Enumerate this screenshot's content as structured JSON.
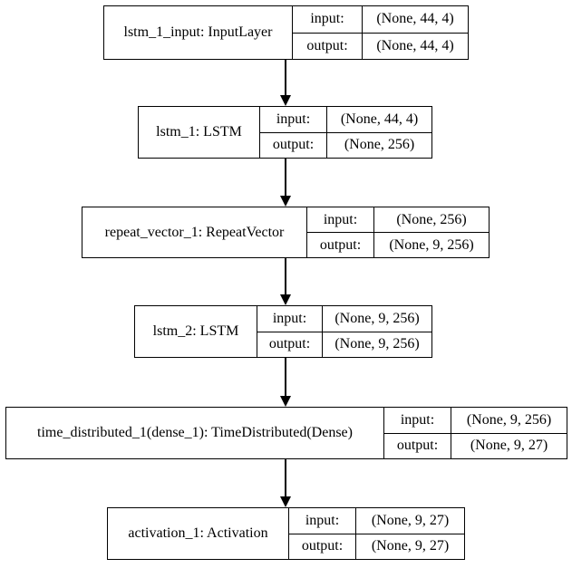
{
  "colors": {
    "border": "#000000",
    "background": "#ffffff",
    "text": "#000000"
  },
  "nodes": [
    {
      "label": "lstm_1_input: InputLayer",
      "input_label": "input:",
      "input_shape": "(None, 44, 4)",
      "output_label": "output:",
      "output_shape": "(None, 44, 4)"
    },
    {
      "label": "lstm_1: LSTM",
      "input_label": "input:",
      "input_shape": "(None, 44, 4)",
      "output_label": "output:",
      "output_shape": "(None, 256)"
    },
    {
      "label": "repeat_vector_1: RepeatVector",
      "input_label": "input:",
      "input_shape": "(None, 256)",
      "output_label": "output:",
      "output_shape": "(None, 9, 256)"
    },
    {
      "label": "lstm_2: LSTM",
      "input_label": "input:",
      "input_shape": "(None, 9, 256)",
      "output_label": "output:",
      "output_shape": "(None, 9, 256)"
    },
    {
      "label": "time_distributed_1(dense_1): TimeDistributed(Dense)",
      "input_label": "input:",
      "input_shape": "(None, 9, 256)",
      "output_label": "output:",
      "output_shape": "(None, 9, 27)"
    },
    {
      "label": "activation_1: Activation",
      "input_label": "input:",
      "input_shape": "(None, 9, 27)",
      "output_label": "output:",
      "output_shape": "(None, 9, 27)"
    }
  ]
}
